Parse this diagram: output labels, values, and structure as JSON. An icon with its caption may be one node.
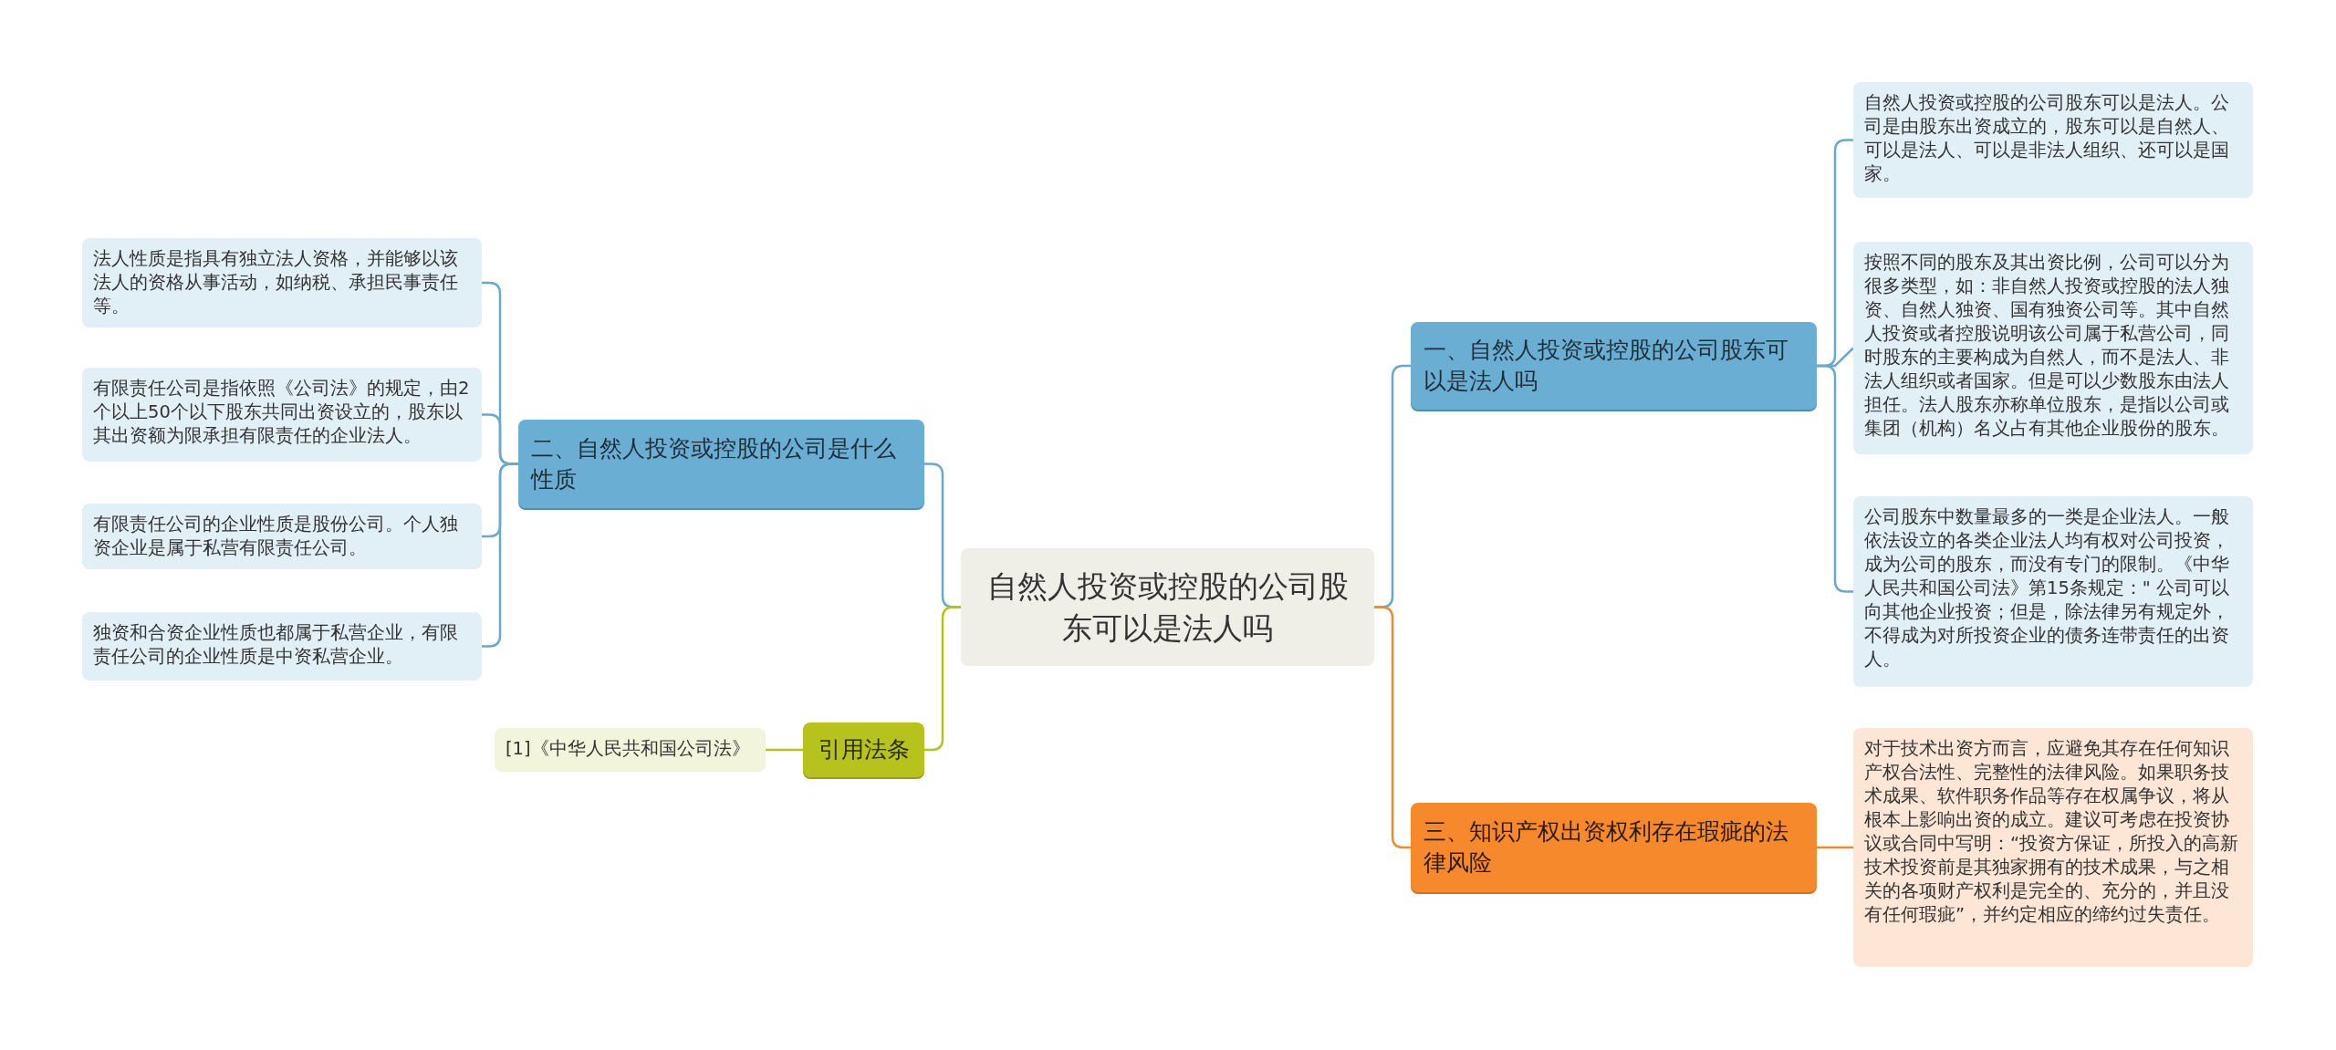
{
  "diagram": {
    "nodes": [
      {
        "text": [
          "自然人投资或控股的公司股东可以是法人吗"
        ]
      },
      {
        "text": [
          "一、自然人投资或控股的公司股东可以是法人吗"
        ]
      },
      {
        "text": [
          "自然人投资或控股的公司股东可以是法人。公司是由股东出资成立的，股东可以是自然人、可以是法人、可以是非法人组织、还可以是国家。"
        ]
      },
      {
        "text": [
          "按照不同的股东及其出资比例，公司可以分为很多类型，如：非自然人投资或控股的法人独资、自然人独资、国有独资公司等。其中自然人投资或者控股说明该公司属于私营公司，同时股东的主要构成为自然人，而不是法人、非法人组织或者国家。但是可以少数股东由法人担任。法人股东亦称单位股东，是指以公司或集团（机构）名义占有其他企业股份的股东。"
        ]
      },
      {
        "text": [
          "公司股东中数量最多的一类是企业法人。一般依法设立的各类企业法人均有权对公司投资，成为公司的股东，而没有专门的限制。《中华人民共和国公司法》第15条规定：\" 公司可以向其他企业投资；但是，除法律另有规定外，不得成为对所投资企业的债务连带责任的出资人。"
        ]
      },
      {
        "text": [
          "三、知识产权出资权利存在瑕疵的法律风险"
        ]
      },
      {
        "text": [
          "对于技术出资方而言，应避免其存在任何知识产权合法性、完整性的法律风险。如果职务技术成果、软件职务作品等存在权属争议，将从根本上影响出资的成立。建议可考虑在投资协议或合同中写明：“投资方保证，所投入的高新技术投资前是其独家拥有的技术成果，与之相关的各项财产权利是完全的、充分的，并且没有任何瑕疵”，并约定相应的缔约过失责任。"
        ]
      },
      {
        "text": [
          "二、自然人投资或控股的公司是什么性质"
        ]
      },
      {
        "text": [
          "法人性质是指具有独立法人资格，并能够以该法人的资格从事活动，如纳税、承担民事责任等。"
        ]
      },
      {
        "text": [
          "有限责任公司是指依照《公司法》的规定，由2个以上50个以下股东共同出资设立的，股东以其出资额为限承担有限责任的企业法人。"
        ]
      },
      {
        "text": [
          "有限责任公司的企业性质是股份公司。个人独资企业是属于私营有限责任公司。"
        ]
      },
      {
        "text": [
          "独资和合资企业性质也都属于私营企业，有限责任公司的企业性质是中资私营企业。"
        ]
      },
      {
        "text": [
          "引用法条"
        ]
      },
      {
        "text": [
          "[1]《中华人民共和国公司法》"
        ]
      }
    ],
    "edges": [
      {
        "from": 0,
        "to": 1,
        "arrow": "none"
      },
      {
        "from": 1,
        "to": 2,
        "arrow": "none"
      },
      {
        "from": 1,
        "to": 3,
        "arrow": "none"
      },
      {
        "from": 1,
        "to": 4,
        "arrow": "none"
      },
      {
        "from": 0,
        "to": 5,
        "arrow": "none",
        "color": "#f08a2c"
      },
      {
        "from": 5,
        "to": 6,
        "arrow": "none",
        "color": "#f08a2c"
      },
      {
        "from": 0,
        "to": 7,
        "arrow": "none"
      },
      {
        "from": 7,
        "to": 8,
        "arrow": "none"
      },
      {
        "from": 7,
        "to": 9,
        "arrow": "none"
      },
      {
        "from": 7,
        "to": 10,
        "arrow": "none"
      },
      {
        "from": 7,
        "to": 11,
        "arrow": "none"
      },
      {
        "from": 0,
        "to": 12,
        "arrow": "none",
        "color": "#b5c21e"
      },
      {
        "from": 12,
        "to": 13,
        "arrow": "none",
        "color": "#b5c21e"
      }
    ]
  }
}
